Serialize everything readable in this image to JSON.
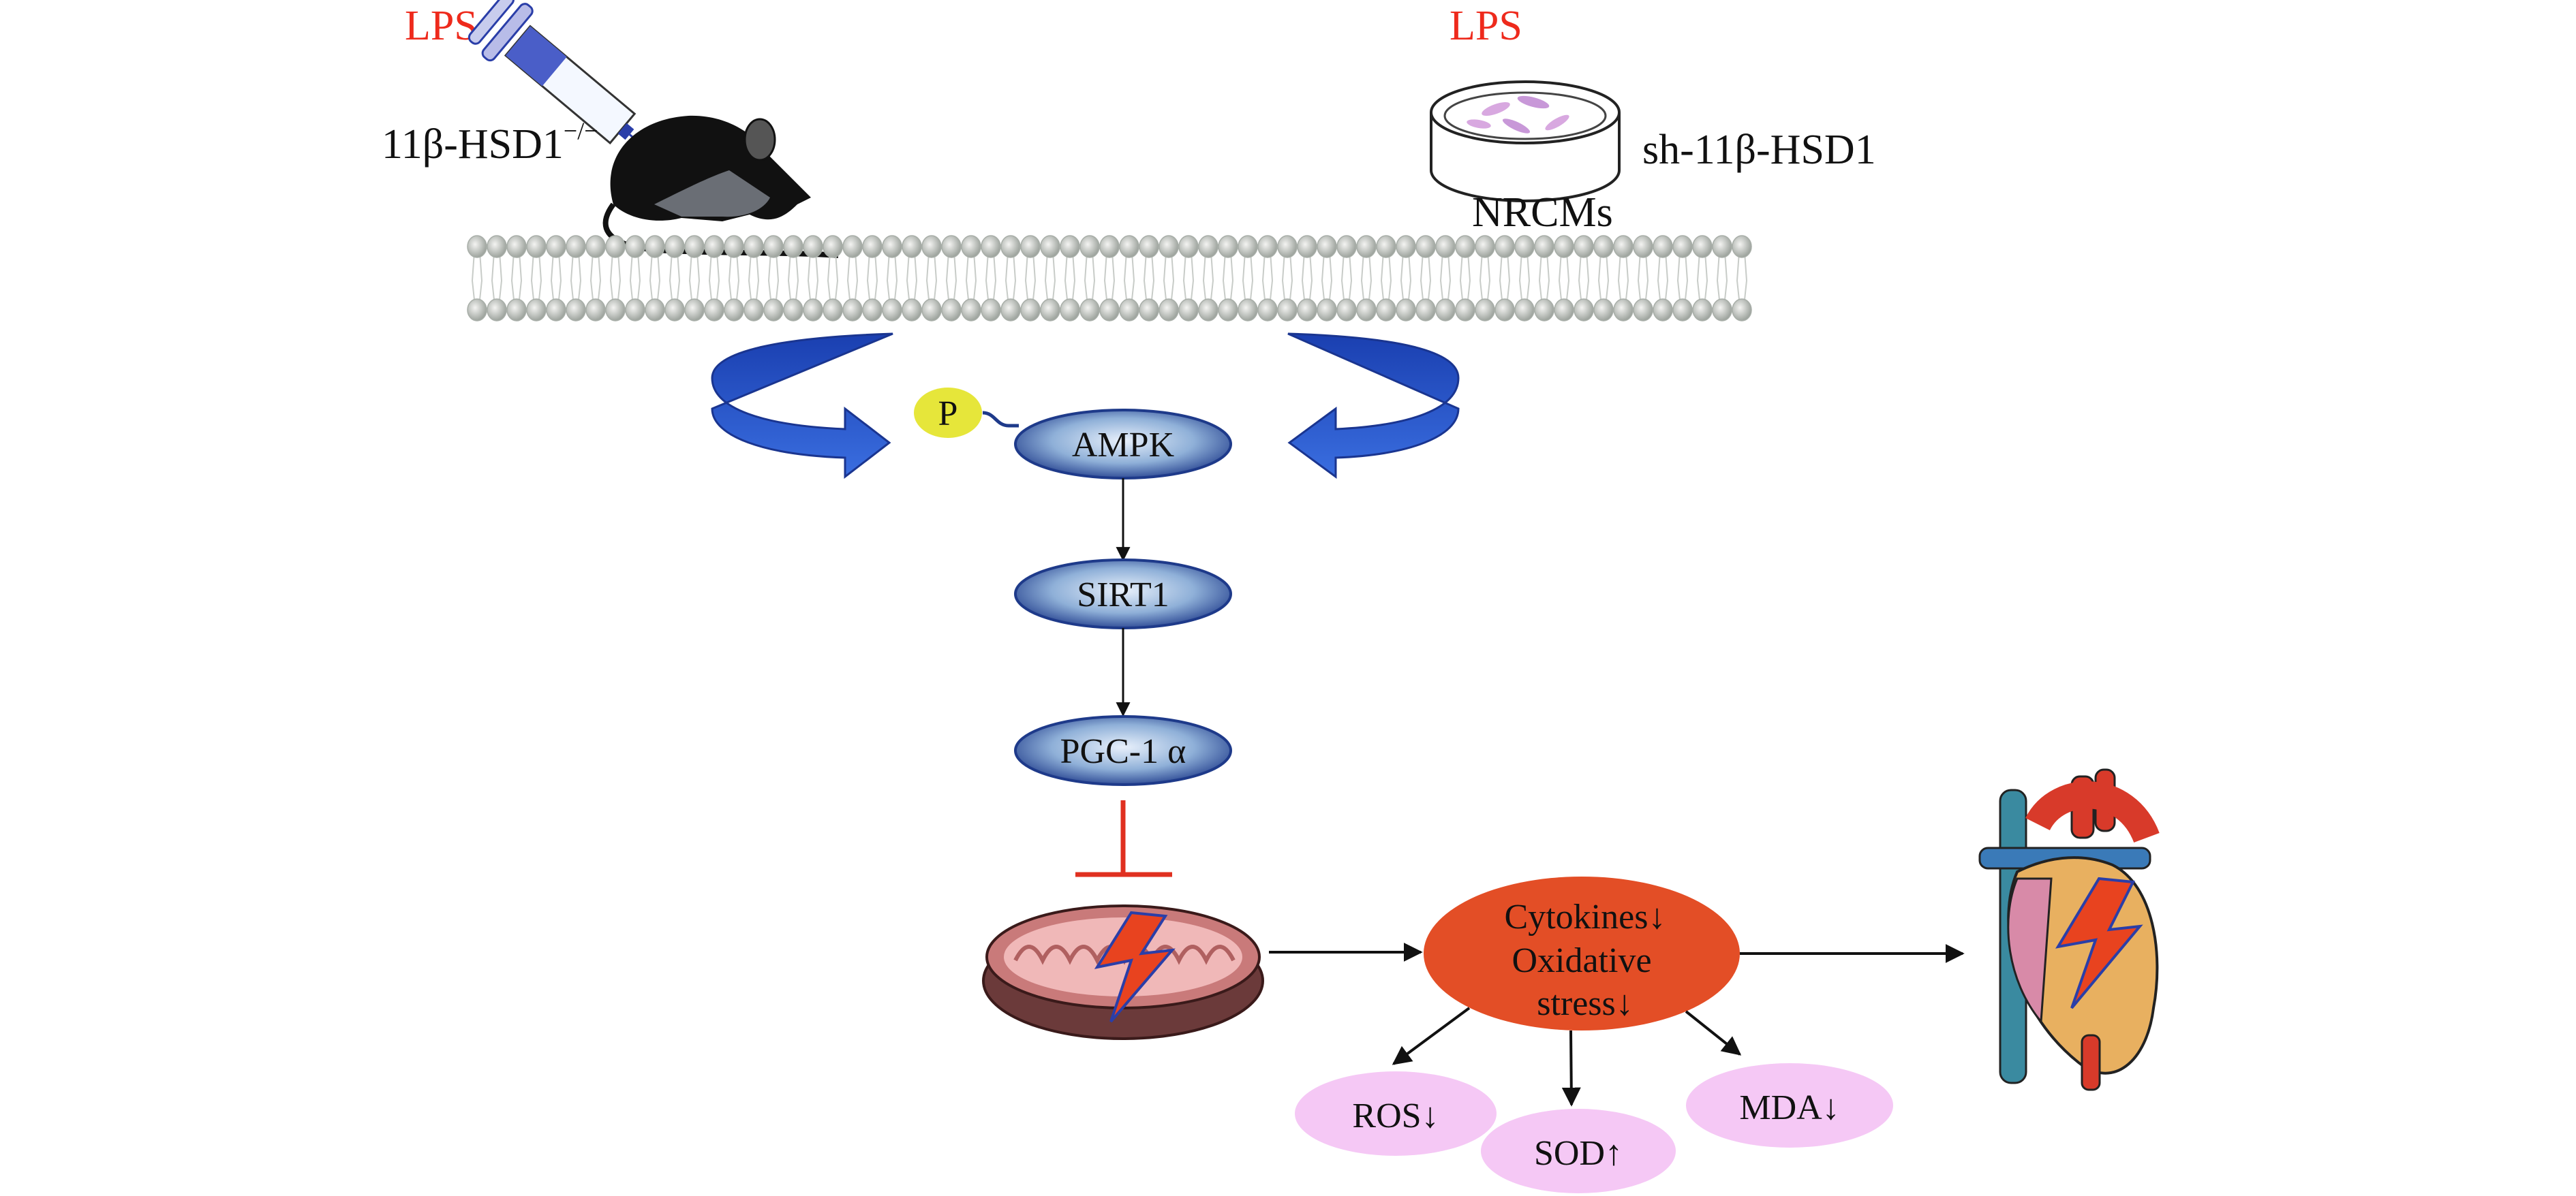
{
  "left_model": {
    "treatment": "LPS",
    "subject": "11β-HSD1",
    "superscript": "−/−"
  },
  "right_model": {
    "treatment": "LPS",
    "cells": "NRCMs",
    "intervention": "sh-11β-HSD1"
  },
  "pathway": {
    "phospho": "P",
    "nodes": [
      "AMPK",
      "SIRT1",
      "PGC-1 α"
    ]
  },
  "outcome": {
    "lines": [
      "Cytokines↓",
      "Oxidative",
      "stress↓"
    ]
  },
  "markers": [
    "ROS↓",
    "SOD↑",
    "MDA↓"
  ],
  "colors": {
    "lps": "#ee2a1c",
    "node_blue": "#1e3a8a",
    "outcome_orange": "#e34e26",
    "marker_pink": "#f5c8f5",
    "inhibit_red": "#e03020",
    "phospho_yellow": "#e6e63a",
    "curved_arrow_blue": "#2c5bd6"
  }
}
